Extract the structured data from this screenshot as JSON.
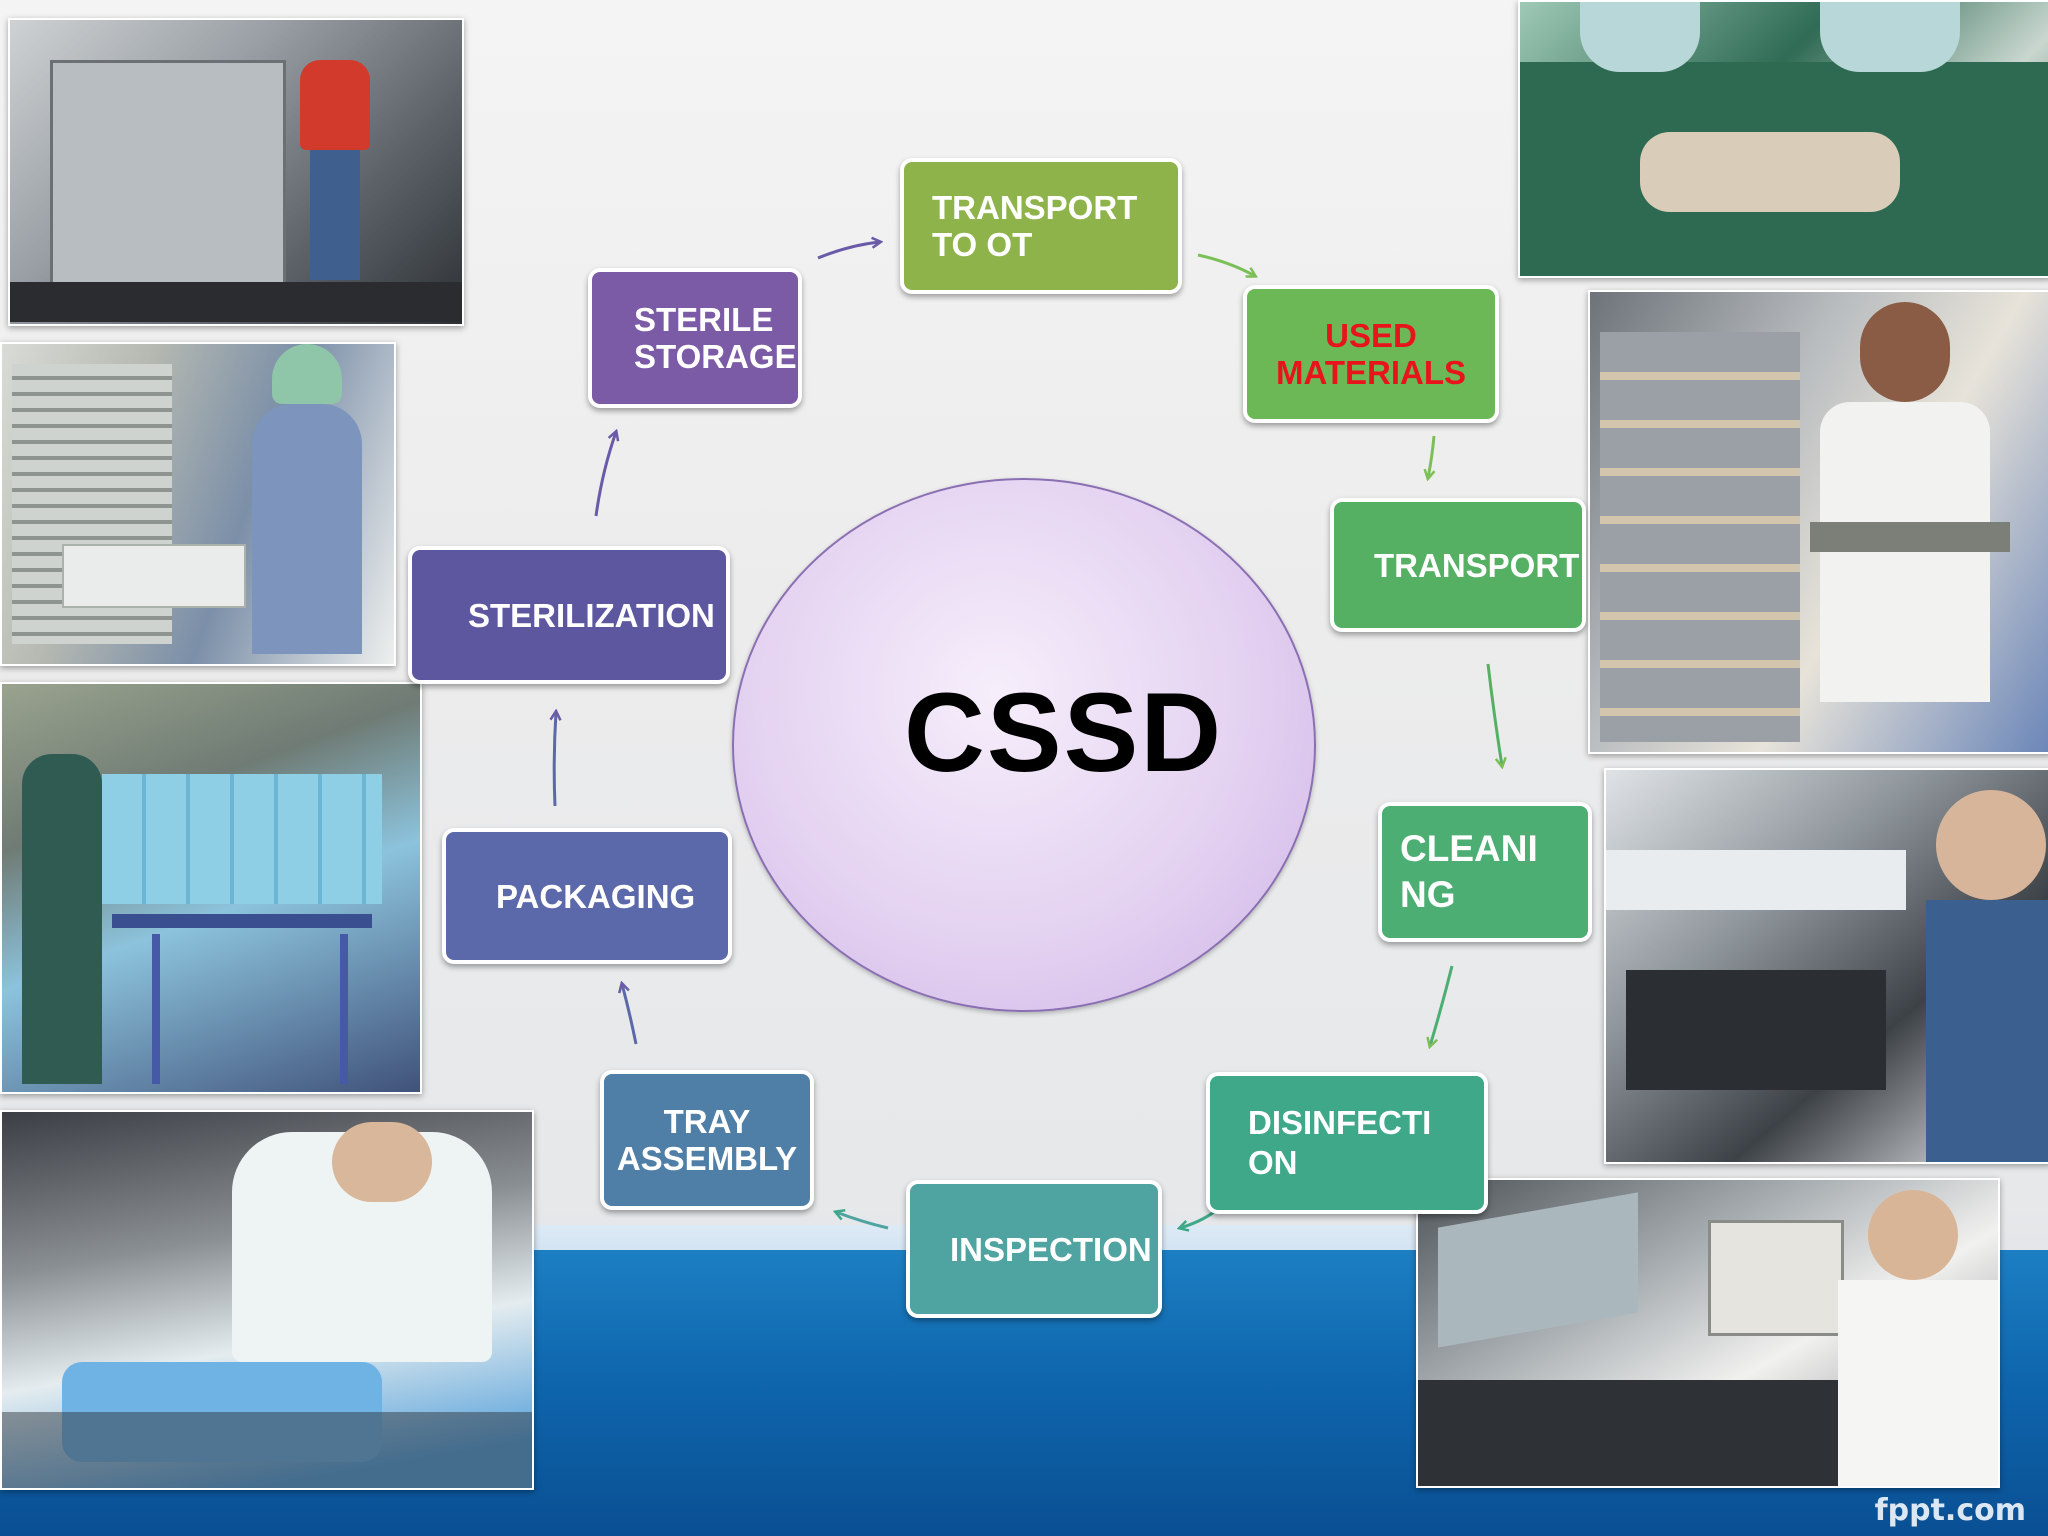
{
  "diagram": {
    "hub": "CSSD",
    "steps": [
      {
        "id": "transport-to-ot",
        "label": "TRANSPORT\n     TO  OT",
        "color": "#8db34a",
        "text_color": "#ffffff"
      },
      {
        "id": "used-materials",
        "label": "USED\nMATERIALS",
        "color": "#6db856",
        "text_color": "#e8141b"
      },
      {
        "id": "transport",
        "label": "TRANSPORT",
        "color": "#55b063",
        "text_color": "#ffffff"
      },
      {
        "id": "cleaning",
        "label": "CLEANI\nNG",
        "color": "#4dae73",
        "text_color": "#ffffff"
      },
      {
        "id": "disinfection",
        "label": "DISINFECTI\nON",
        "color": "#3fa888",
        "text_color": "#ffffff"
      },
      {
        "id": "inspection",
        "label": "INSPECTION",
        "color": "#4fa3a0",
        "text_color": "#ffffff"
      },
      {
        "id": "tray-assembly",
        "label": "TRAY\nASSEMBLY",
        "color": "#4f7ea6",
        "text_color": "#ffffff"
      },
      {
        "id": "packaging",
        "label": "PACKAGING",
        "color": "#5b68aa",
        "text_color": "#ffffff"
      },
      {
        "id": "sterilization",
        "label": "STERILIZATION",
        "color": "#5d57a0",
        "text_color": "#ffffff"
      },
      {
        "id": "sterile-storage",
        "label": "STERILE\nSTORAGE",
        "color": "#7b5aa6",
        "text_color": "#ffffff"
      }
    ],
    "arrow_colors": {
      "green": "#7cbf57",
      "purple": "#6a5aa8",
      "teal": "#3fa888"
    }
  },
  "photos": [
    {
      "id": "transport-trolley-photo",
      "icon": "trolley-icon"
    },
    {
      "id": "sterile-storage-photo",
      "icon": "shelf-icon"
    },
    {
      "id": "packaging-cart-photo",
      "icon": "cart-icon"
    },
    {
      "id": "tray-wrapping-photo",
      "icon": "wrap-icon"
    },
    {
      "id": "operation-theatre-photo",
      "icon": "surgery-icon"
    },
    {
      "id": "cabinet-cart-photo",
      "icon": "cabinet-icon"
    },
    {
      "id": "cleaning-washer-photo",
      "icon": "washer-icon"
    },
    {
      "id": "inspection-workstation-photo",
      "icon": "workstation-icon"
    }
  ],
  "footer": {
    "watermark": "fppt.com"
  }
}
